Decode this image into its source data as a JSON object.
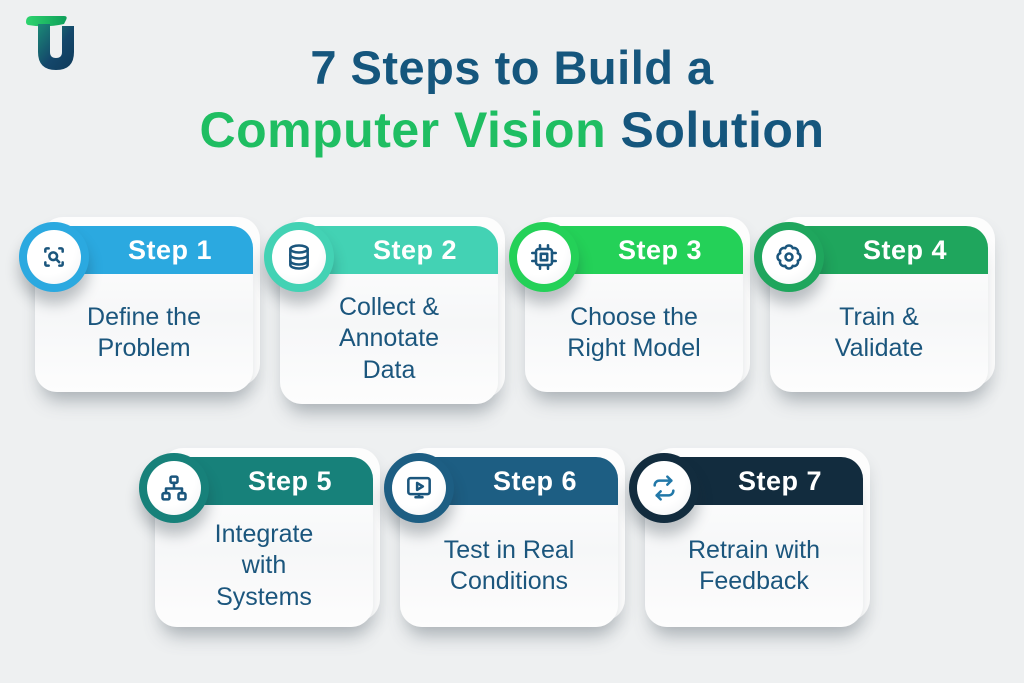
{
  "page": {
    "background": "#eef0f1"
  },
  "logo": {
    "letters": "TU",
    "green": "#25C768",
    "dark_blue": "#14476B"
  },
  "title": {
    "line1": "7 Steps to Build a",
    "line2_highlight": "Computer Vision",
    "line2_rest": " Solution",
    "blue": "#15567D",
    "green": "#1FBE62"
  },
  "steps": [
    {
      "label": "Step 1",
      "body": "Define the\nProblem",
      "color": "#2BA9E0",
      "icon": "scan-search-icon",
      "icon_color": "#1B567D"
    },
    {
      "label": "Step 2",
      "body": "Collect &\nAnnotate\nData",
      "color": "#43D2B4",
      "icon": "database-icon",
      "icon_color": "#1B567D"
    },
    {
      "label": "Step 3",
      "body": "Choose the\nRight Model",
      "color": "#24D158",
      "icon": "cpu-chip-icon",
      "icon_color": "#1B567D"
    },
    {
      "label": "Step 4",
      "body": "Train &\nValidate",
      "color": "#1FA65D",
      "icon": "brain-gear-icon",
      "icon_color": "#1B567D"
    },
    {
      "label": "Step 5",
      "body": "Integrate\nwith\nSystems",
      "color": "#17817A",
      "icon": "sitemap-icon",
      "icon_color": "#1B567D"
    },
    {
      "label": "Step 6",
      "body": "Test in Real\nConditions",
      "color": "#1D5E83",
      "icon": "monitor-play-icon",
      "icon_color": "#1B567D"
    },
    {
      "label": "Step 7",
      "body": "Retrain with\nFeedback",
      "color": "#122C3E",
      "icon": "repeat-icon",
      "icon_color": "#2278A8"
    }
  ]
}
